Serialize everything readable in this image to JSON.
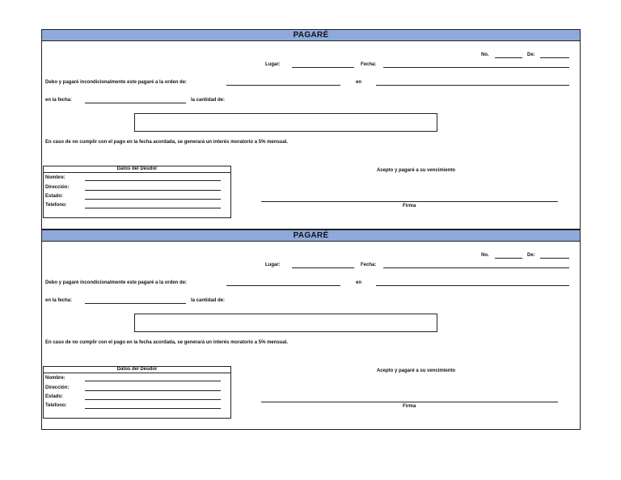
{
  "pagares": [
    {
      "title": "PAGARÉ",
      "no_label": "No.",
      "de_label": "De:",
      "lugar_label": "Lugar:",
      "fecha_label": "Fecha:",
      "orden_label": "Debo y pagaré incondicionalmente este pagaré a la orden de:",
      "en_label": "en",
      "en_fecha_label": "en la fecha:",
      "cantidad_label": "la cantidad de:",
      "interes_text": "En caso de no cumplir con el pago en la fecha acordada, se generará un interés moratorio a 5% mensual.",
      "deudor_title": "Datos del Deudor",
      "nombre_label": "Nombre:",
      "direccion_label": "Dirección:",
      "estado_label": "Estado:",
      "telefono_label": "Telefono:",
      "acepto_label": "Acepto y pagaré a su vencimiento",
      "firma_label": "Firma"
    },
    {
      "title": "PAGARÉ",
      "no_label": "No.",
      "de_label": "De:",
      "lugar_label": "Lugar:",
      "fecha_label": "Fecha:",
      "orden_label": "Debo y pagaré incondicionalmente este pagaré a la orden de:",
      "en_label": "en",
      "en_fecha_label": "en la fecha:",
      "cantidad_label": "la cantidad de:",
      "interes_text": "En caso de no cumplir con el pago en la fecha acordada, se generará un interés moratorio a 5% mensual.",
      "deudor_title": "Datos del Deudor",
      "nombre_label": "Nombre:",
      "direccion_label": "Dirección:",
      "estado_label": "Estado:",
      "telefono_label": "Telefono:",
      "acepto_label": "Acepto y pagaré a su vencimiento",
      "firma_label": "Firma"
    }
  ]
}
